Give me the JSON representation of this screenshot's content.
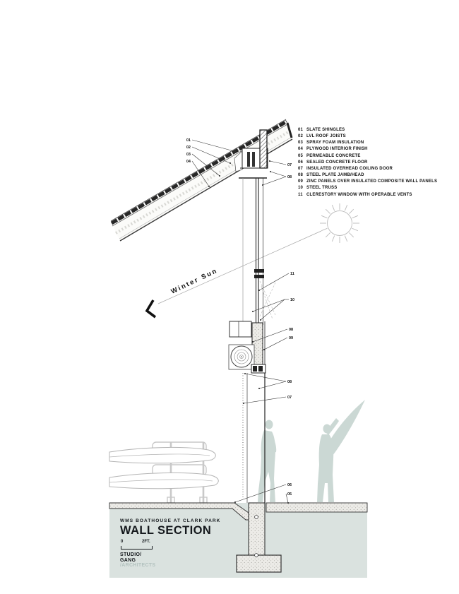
{
  "legend": {
    "items": [
      {
        "num": "01",
        "label": "SLATE SHINGLES"
      },
      {
        "num": "02",
        "label": "LVL ROOF JOISTS"
      },
      {
        "num": "03",
        "label": "SPRAY FOAM INSULATION"
      },
      {
        "num": "04",
        "label": "PLYWOOD INTERIOR FINISH"
      },
      {
        "num": "05",
        "label": "PERMEABLE CONCRETE"
      },
      {
        "num": "06",
        "label": "SEALED CONCRETE FLOOR"
      },
      {
        "num": "07",
        "label": "INSULATED OVERHEAD COILING DOOR"
      },
      {
        "num": "08",
        "label": "STEEL PLATE JAMB/HEAD"
      },
      {
        "num": "09",
        "label": "ZINC PANELS OVER INSULATED COMPOSITE WALL PANELS"
      },
      {
        "num": "10",
        "label": "STEEL TRUSS"
      },
      {
        "num": "11",
        "label": "CLERESTORY WINDOW WITH OPERABLE VENTS"
      }
    ]
  },
  "callouts": {
    "roof": [
      "01",
      "02",
      "03",
      "04"
    ],
    "eave_head": "07",
    "eave_plate": "08",
    "clerestory": "11",
    "truss": "10",
    "sill_plate": "08",
    "zinc": "09",
    "door_head": "08",
    "door": "07",
    "floor": "06",
    "paving": "05"
  },
  "annotations": {
    "winter_sun": "Winter Sun"
  },
  "title_block": {
    "project": "WMS BOATHOUSE AT CLARK PARK",
    "title": "WALL SECTION",
    "scale_start": "0",
    "scale_end": "2FT.",
    "firm_line1": "STUDIO/",
    "firm_line2": "GANG",
    "firm_line3": "/ARCHITECTS"
  },
  "colors": {
    "ground": "#dae2df",
    "silhouette": "#cbd8d4",
    "line_dark": "#1f1f1f",
    "line_light": "#bcbcbc",
    "architects_gray": "#b3c2bf"
  }
}
